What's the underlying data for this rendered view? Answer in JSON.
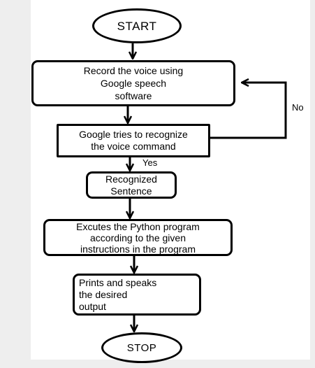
{
  "nodes": {
    "start": "START",
    "record": "Record the voice using\n Google speech\nsoftware",
    "recognize": "Google tries to recognize\nthe voice command",
    "recognized": "Recognized\nSentence",
    "execute": "Excutes the Python program\naccording to the given\ninstructions in the program",
    "prints": "Prints and speaks\nthe desired\noutput",
    "stop": "STOP"
  },
  "edges": {
    "yes_label": "Yes",
    "no_label": "No"
  }
}
